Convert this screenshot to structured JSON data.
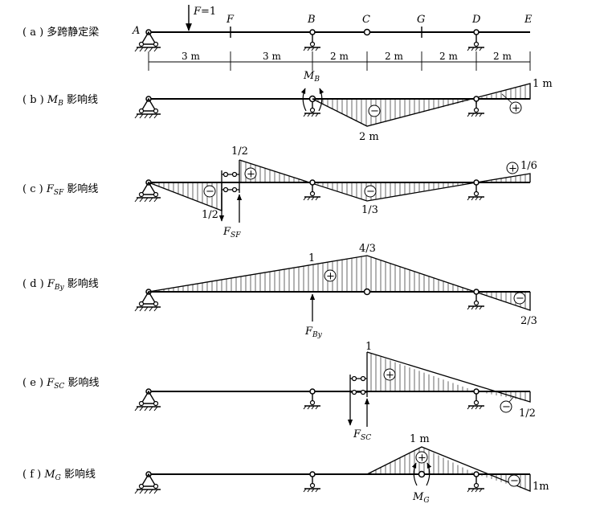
{
  "rows": [
    {
      "label_prefix": "( a ) ",
      "label_text": "多跨静定梁"
    },
    {
      "label_prefix": "( b ) ",
      "label_var": "M",
      "label_sub": "B",
      "label_text": " 影响线"
    },
    {
      "label_prefix": "( c ) ",
      "label_var": "F",
      "label_sub": "SF",
      "label_text": " 影响线"
    },
    {
      "label_prefix": "( d ) ",
      "label_var": "F",
      "label_sub": "By",
      "label_text": " 影响线"
    },
    {
      "label_prefix": "( e ) ",
      "label_var": "F",
      "label_sub": "SC",
      "label_text": " 影响线"
    },
    {
      "label_prefix": "( f ) ",
      "label_var": "M",
      "label_sub": "G",
      "label_text": " 影响线"
    }
  ],
  "beam": {
    "points": [
      "A",
      "F",
      "B",
      "C",
      "G",
      "D",
      "E"
    ],
    "load": {
      "var": "F",
      "value": "=1"
    },
    "spans": [
      "3 m",
      "3 m",
      "2 m",
      "2 m",
      "2 m",
      "2 m"
    ]
  },
  "diagrams": {
    "b": {
      "moment_var": "M",
      "moment_sub": "B",
      "end_value": "1 m",
      "min_value": "2 m",
      "signs": [
        "−",
        "+"
      ]
    },
    "c": {
      "top_value": "1/2",
      "bottom_value": "1/2",
      "mid_value": "1/3",
      "end_value": "1/6",
      "force_var": "F",
      "force_sub": "SF",
      "signs": [
        "−",
        "+",
        "−",
        "+"
      ]
    },
    "d": {
      "value_1": "1",
      "peak_value": "4/3",
      "end_value": "2/3",
      "force_var": "F",
      "force_sub": "By",
      "signs": [
        "+",
        "−"
      ]
    },
    "e": {
      "peak_value": "1",
      "end_value": "1/2",
      "force_var": "F",
      "force_sub": "SC",
      "signs": [
        "+",
        "−"
      ]
    },
    "f": {
      "peak_value": "1 m",
      "end_value": "1m",
      "moment_var": "M",
      "moment_sub": "G",
      "signs": [
        "+",
        "−"
      ]
    }
  }
}
